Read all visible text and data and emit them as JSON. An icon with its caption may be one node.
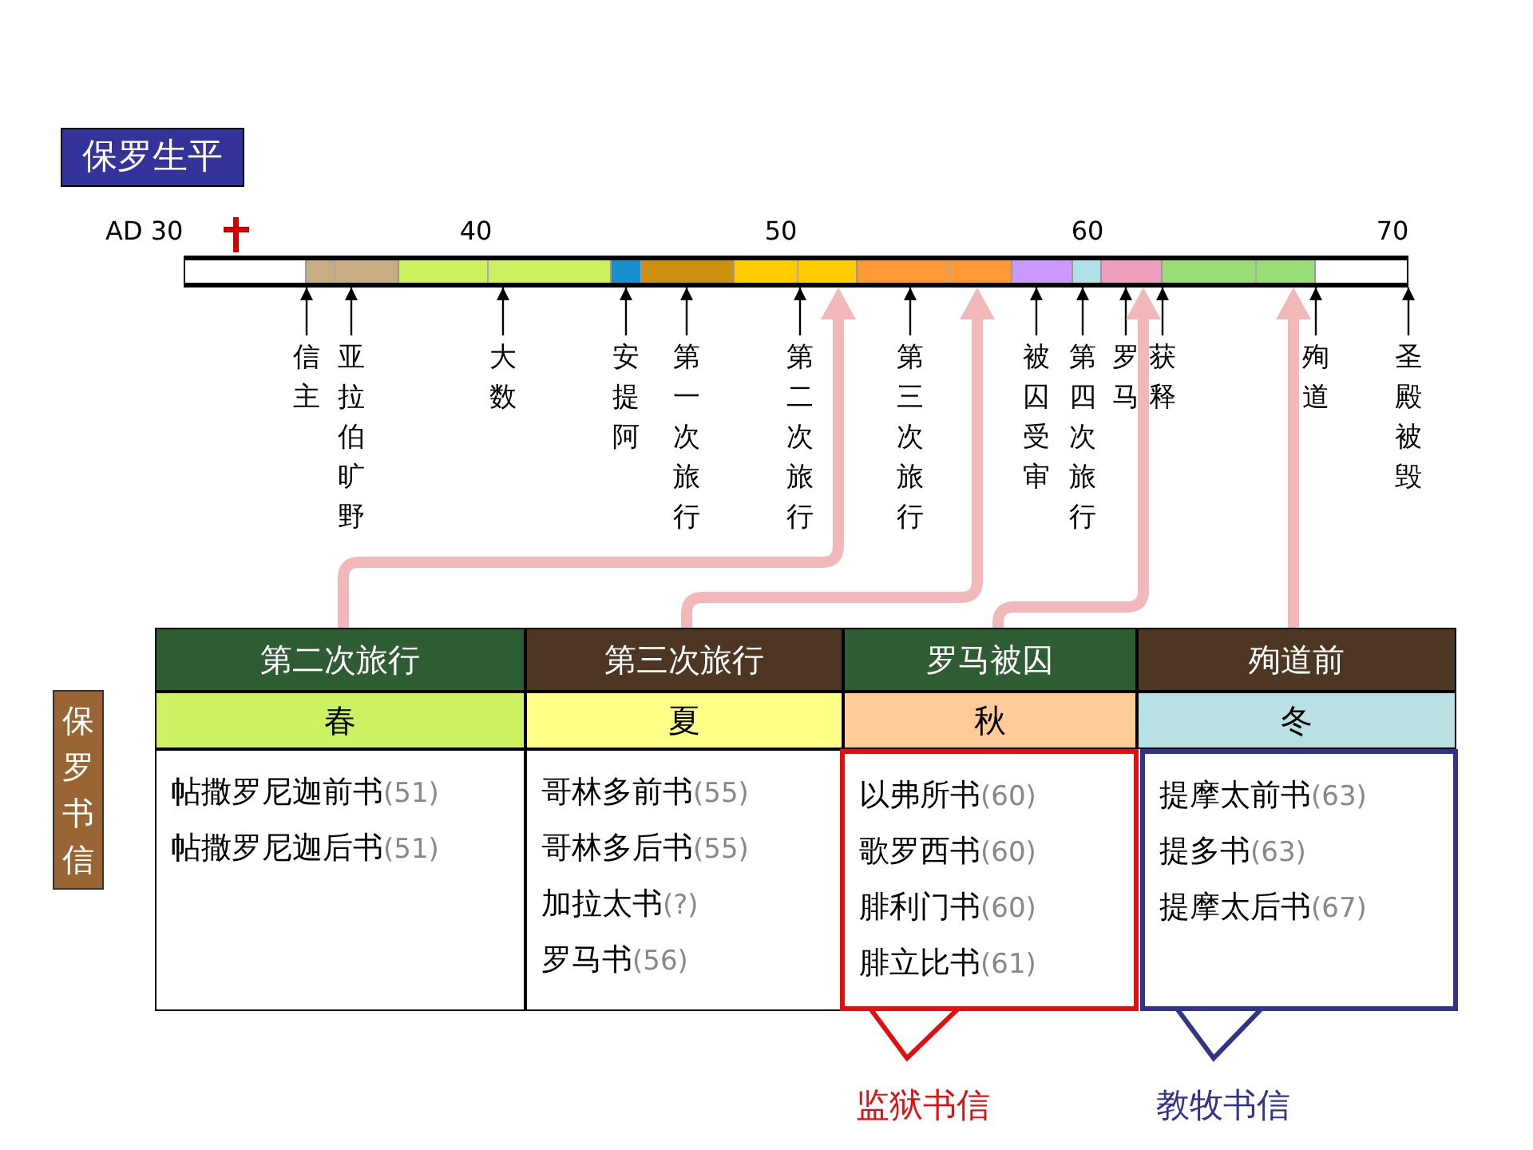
{
  "diagram": {
    "nodes": [
      {
        "text": [
          "保罗生平"
        ]
      },
      {
        "text": [],
        "shape": "bar"
      },
      {
        "text": [
          "信主"
        ]
      },
      {
        "text": [
          "亚拉伯旷野"
        ]
      },
      {
        "text": [
          "大数"
        ]
      },
      {
        "text": [
          "安提阿"
        ]
      },
      {
        "text": [
          "第一次旅行"
        ]
      },
      {
        "text": [
          "第二次旅行"
        ]
      },
      {
        "text": [
          "第三次旅行"
        ]
      },
      {
        "text": [
          "被囚受审"
        ]
      },
      {
        "text": [
          "第四次旅行"
        ]
      },
      {
        "text": [
          "罗马"
        ]
      },
      {
        "text": [
          "获释"
        ]
      },
      {
        "text": [
          "殉道"
        ]
      },
      {
        "text": [
          "圣殿被毁"
        ]
      },
      {
        "text": [
          "保罗书信"
        ]
      },
      {
        "text": [
          "第二次旅行"
        ]
      },
      {
        "text": [
          "第三次旅行"
        ]
      },
      {
        "text": [
          "罗马被囚"
        ]
      },
      {
        "text": [
          "殉道前"
        ]
      },
      {
        "text": [
          "春"
        ]
      },
      {
        "text": [
          "夏"
        ]
      },
      {
        "text": [
          "秋"
        ]
      },
      {
        "text": [
          "冬"
        ]
      },
      {
        "text": [
          "帖撒罗尼迦前书(51)",
          "帖撒罗尼迦后书(51)"
        ]
      },
      {
        "text": [
          "哥林多前书(55)",
          "哥林多后书(55)",
          "加拉太书(?)",
          "罗马书(56)"
        ]
      },
      {
        "text": [
          "以弗所书(60)",
          "歌罗西书(60)",
          "腓利门书(60)",
          "腓立比书(61)"
        ],
        "beside": [
          "监狱书信"
        ]
      },
      {
        "text": [
          "提摩太前书(63)",
          "提多书(63)",
          "提摩太后书(67)"
        ],
        "beside": [
          "教牧书信"
        ]
      }
    ],
    "edges": [
      {
        "from": 2,
        "to": 1,
        "arrow": "to"
      },
      {
        "from": 3,
        "to": 1,
        "arrow": "to"
      },
      {
        "from": 4,
        "to": 1,
        "arrow": "to"
      },
      {
        "from": 5,
        "to": 1,
        "arrow": "to"
      },
      {
        "from": 6,
        "to": 1,
        "arrow": "to"
      },
      {
        "from": 7,
        "to": 1,
        "arrow": "to"
      },
      {
        "from": 8,
        "to": 1,
        "arrow": "to"
      },
      {
        "from": 9,
        "to": 1,
        "arrow": "to"
      },
      {
        "from": 10,
        "to": 1,
        "arrow": "to"
      },
      {
        "from": 11,
        "to": 1,
        "arrow": "to"
      },
      {
        "from": 12,
        "to": 1,
        "arrow": "to"
      },
      {
        "from": 13,
        "to": 1,
        "arrow": "to"
      },
      {
        "from": 14,
        "to": 1,
        "arrow": "to"
      },
      {
        "from": 16,
        "to": 1,
        "arrow": "to",
        "style": "thick",
        "color": "#f2b8ba"
      },
      {
        "from": 17,
        "to": 1,
        "arrow": "to",
        "style": "thick",
        "color": "#f2b8ba"
      },
      {
        "from": 18,
        "to": 1,
        "arrow": "to",
        "style": "thick",
        "color": "#f2b8ba"
      },
      {
        "from": 19,
        "to": 1,
        "arrow": "to",
        "style": "thick",
        "color": "#f2b8ba"
      }
    ],
    "labels": [
      "AD 30",
      "40",
      "50",
      "60",
      "70"
    ]
  }
}
